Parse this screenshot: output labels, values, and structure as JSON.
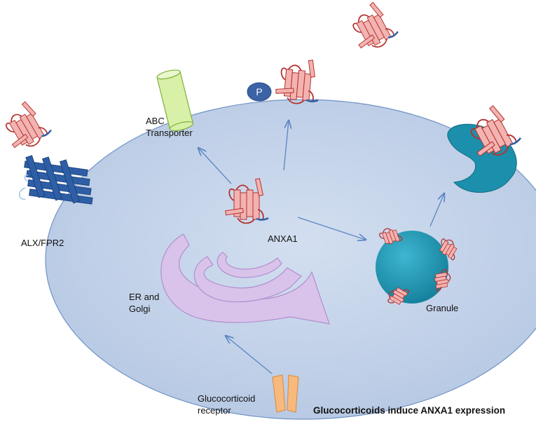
{
  "labels": {
    "abc_transporter": [
      "ABC",
      "Transporter"
    ],
    "phospho": "P",
    "anxa1": "ANXA1",
    "alx_fpr2": "ALX/FPR2",
    "er_golgi": [
      "ER and",
      "Golgi"
    ],
    "granule": "Granule",
    "gc_receptor": [
      "Glucocorticoid",
      "receptor"
    ],
    "caption": "Glucocorticoids induce ANXA1 expression"
  },
  "colors": {
    "cell_fill": "#c3d3ea",
    "cell_stroke": "#6f93c5",
    "arrow": "#5b86c4",
    "protein_fill": "#f2b3b1",
    "protein_stroke": "#b5332f",
    "abc_fill": "#d8f0a8",
    "receptor_fill": "#2e5fa6",
    "er_fill": "#d9c3ea",
    "granule_fill": "#1fa2c0",
    "gc_receptor_fill": "#f7b97c",
    "phospho_fill": "#3b63a5"
  }
}
